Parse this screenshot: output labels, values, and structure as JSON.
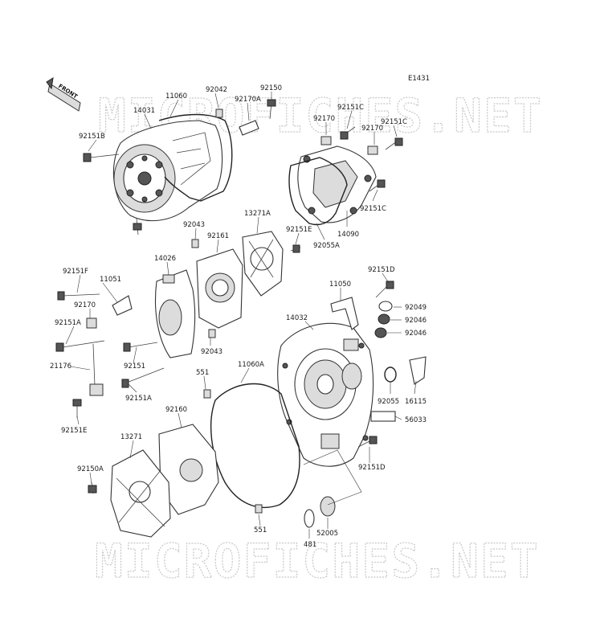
{
  "diagram": {
    "ref_code": "E1431",
    "front_label": "FRONT",
    "watermark_top": "MICROFICHES.NET",
    "watermark_bottom": "MICROFICHES.NET"
  },
  "part_labels": [
    "11060",
    "92042",
    "92150",
    "14031",
    "92170A",
    "92151B",
    "92151C",
    "92170",
    "92170",
    "92151C",
    "92151C",
    "14090",
    "92055A",
    "13271A",
    "92151E",
    "92043",
    "92161",
    "14026",
    "92151F",
    "11051",
    "92170",
    "92151A",
    "21176",
    "92151",
    "92043",
    "92151A",
    "92151E",
    "92151D",
    "11050",
    "92049",
    "92046",
    "92046",
    "14032",
    "551",
    "11060A",
    "92055",
    "16115",
    "56033",
    "92160",
    "13271",
    "92150A",
    "92151D",
    "551",
    "52005",
    "481"
  ]
}
